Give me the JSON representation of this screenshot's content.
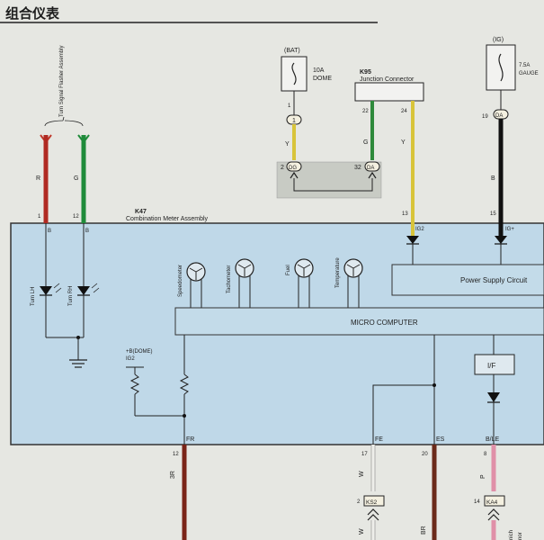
{
  "header": {
    "title": "组合仪表"
  },
  "fuses": {
    "bat": {
      "supply": "(BAT)",
      "amp": "10A",
      "name": "DOME"
    },
    "ig": {
      "supply": "(IG)",
      "amp": "7.5A",
      "name": "GAUGE"
    }
  },
  "junction": {
    "id": "K95",
    "name": "Junction Connector"
  },
  "meter": {
    "id": "K47",
    "name": "Combination Meter Assembly"
  },
  "turn_assembly": "Turn Signal Flasher Assembly",
  "blocks": {
    "power_supply": "Power Supply Circuit",
    "micro": "MICRO COMPUTER",
    "interface": "I/F"
  },
  "gauges": [
    "Speedometer",
    "Tachometer",
    "Fuel",
    "Temperature"
  ],
  "lamps": [
    "Turn LH",
    "Turn RH"
  ],
  "wire_colors": {
    "r": "R",
    "g": "G",
    "y": "Y",
    "b": "B",
    "br3": "3R",
    "w": "W",
    "br": "BR",
    "p": "P"
  },
  "pins": {
    "p1": "1",
    "p2": "2",
    "p32": "32",
    "p22": "22",
    "p24": "24",
    "p19": "19",
    "p13": "13",
    "p15": "15",
    "p12": "12",
    "p17": "17",
    "p20": "20",
    "p8": "8",
    "p14": "14",
    "p1b": "1"
  },
  "connectors": {
    "c1": "1",
    "dg": "DG",
    "da1": "DA",
    "da2": "DA",
    "ks2": "KS2",
    "ka4": "KA4"
  },
  "terminals": {
    "tb1": "B",
    "tb2": "B",
    "ig2top": "IG2",
    "ig2plus": "IG+",
    "dome": "+B(DOME)",
    "ig2": "IG2",
    "fr": "FR",
    "fe": "FE",
    "es": "ES",
    "ble": "B/LE"
  },
  "edge_text": {
    "line1": "nich",
    "line2": "nor"
  }
}
